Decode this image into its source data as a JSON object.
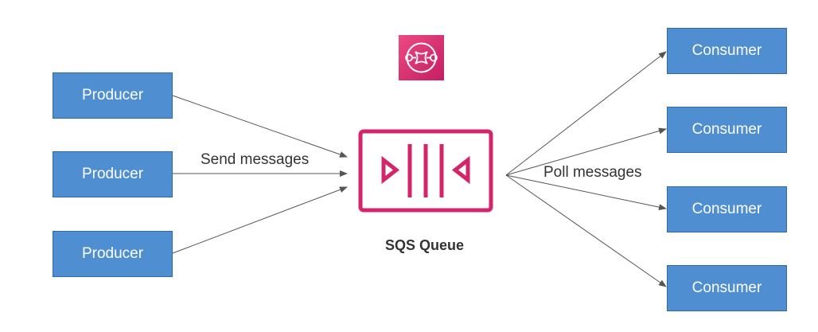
{
  "producers": [
    {
      "label": "Producer"
    },
    {
      "label": "Producer"
    },
    {
      "label": "Producer"
    }
  ],
  "consumers": [
    {
      "label": "Consumer"
    },
    {
      "label": "Consumer"
    },
    {
      "label": "Consumer"
    },
    {
      "label": "Consumer"
    }
  ],
  "edges": {
    "send_label": "Send messages",
    "poll_label": "Poll messages"
  },
  "queue": {
    "label": "SQS Queue",
    "icon": "sqs-queue-icon",
    "service_icon": "sqs-service-icon"
  },
  "colors": {
    "node_fill": "#4f8fd1",
    "node_border": "#2e6aa6",
    "queue_accent": "#d4256a",
    "service_tile_top": "#ec4a83",
    "service_tile_bottom": "#c41e63",
    "arrow": "#555555"
  }
}
